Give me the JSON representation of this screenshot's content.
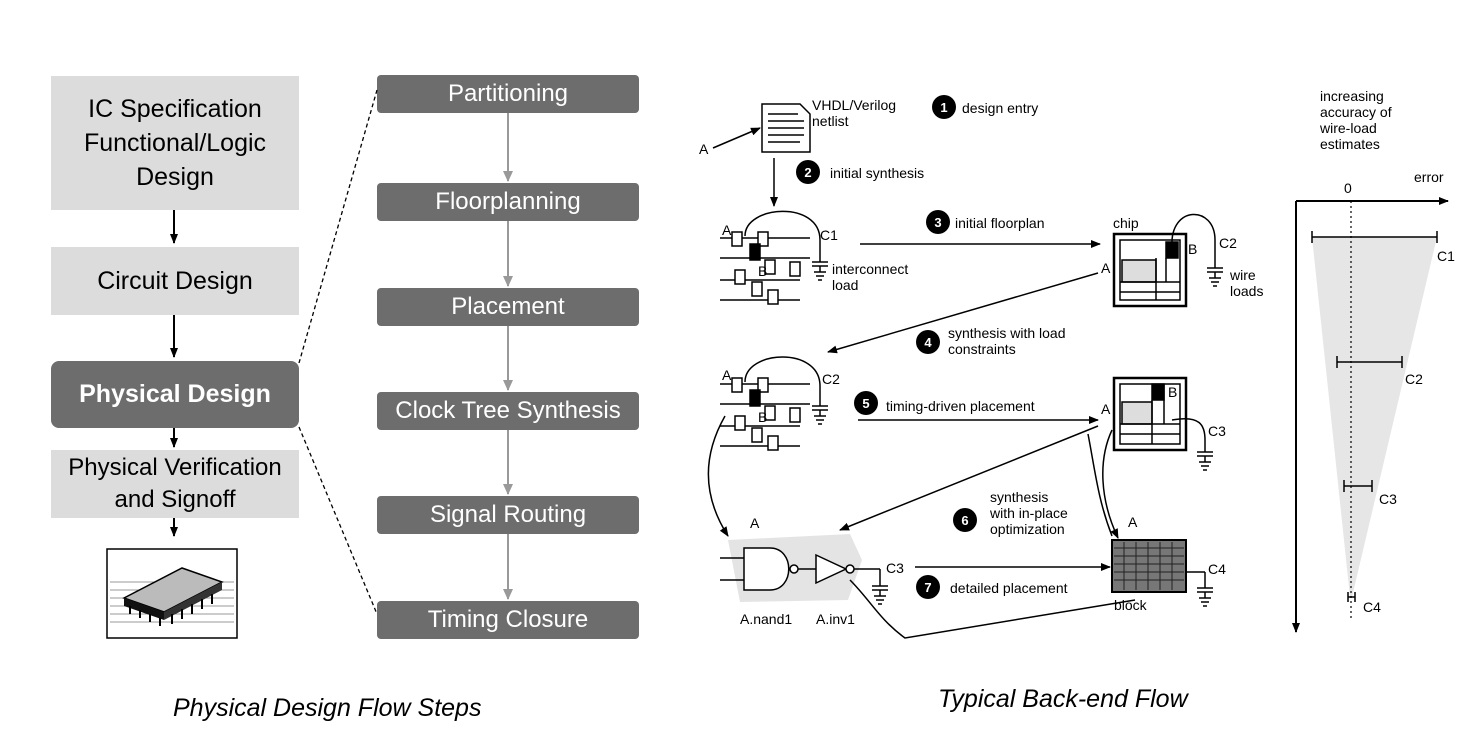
{
  "left": {
    "flow": [
      {
        "label": "IC Specification\nFunctional/Logic\nDesign"
      },
      {
        "label": "Circuit Design"
      },
      {
        "label": "Physical Design"
      },
      {
        "label": "Physical Verification\nand Signoff"
      }
    ],
    "steps": [
      "Partitioning",
      "Floorplanning",
      "Placement",
      "Clock Tree Synthesis",
      "Signal Routing",
      "Timing Closure"
    ],
    "caption": "Physical Design Flow Steps"
  },
  "right": {
    "caption": "Typical Back-end Flow",
    "netlist_label": "VHDL/Verilog\nnetlist",
    "stages": [
      {
        "num": "1",
        "label": "design entry"
      },
      {
        "num": "2",
        "label": "initial synthesis"
      },
      {
        "num": "3",
        "label": "initial floorplan"
      },
      {
        "num": "4",
        "label": "synthesis with load\nconstraints"
      },
      {
        "num": "5",
        "label": "timing-driven placement"
      },
      {
        "num": "6",
        "label": "synthesis\nwith in-place\noptimization"
      },
      {
        "num": "7",
        "label": "detailed placement"
      }
    ],
    "labels": {
      "interconnect": "interconnect\nload",
      "chip": "chip",
      "wire_loads": "wire\nloads",
      "block": "block",
      "nand": "A.nand1",
      "inv": "A.inv1",
      "pin_a": "A",
      "pin_b": "B"
    },
    "loads": [
      "C1",
      "C2",
      "C3",
      "C4"
    ],
    "error_chart": {
      "title": "increasing\naccuracy of\nwire-load\nestimates",
      "axis_zero": "0",
      "axis_label": "error",
      "bars": [
        "C1",
        "C2",
        "C3",
        "C4"
      ]
    }
  }
}
